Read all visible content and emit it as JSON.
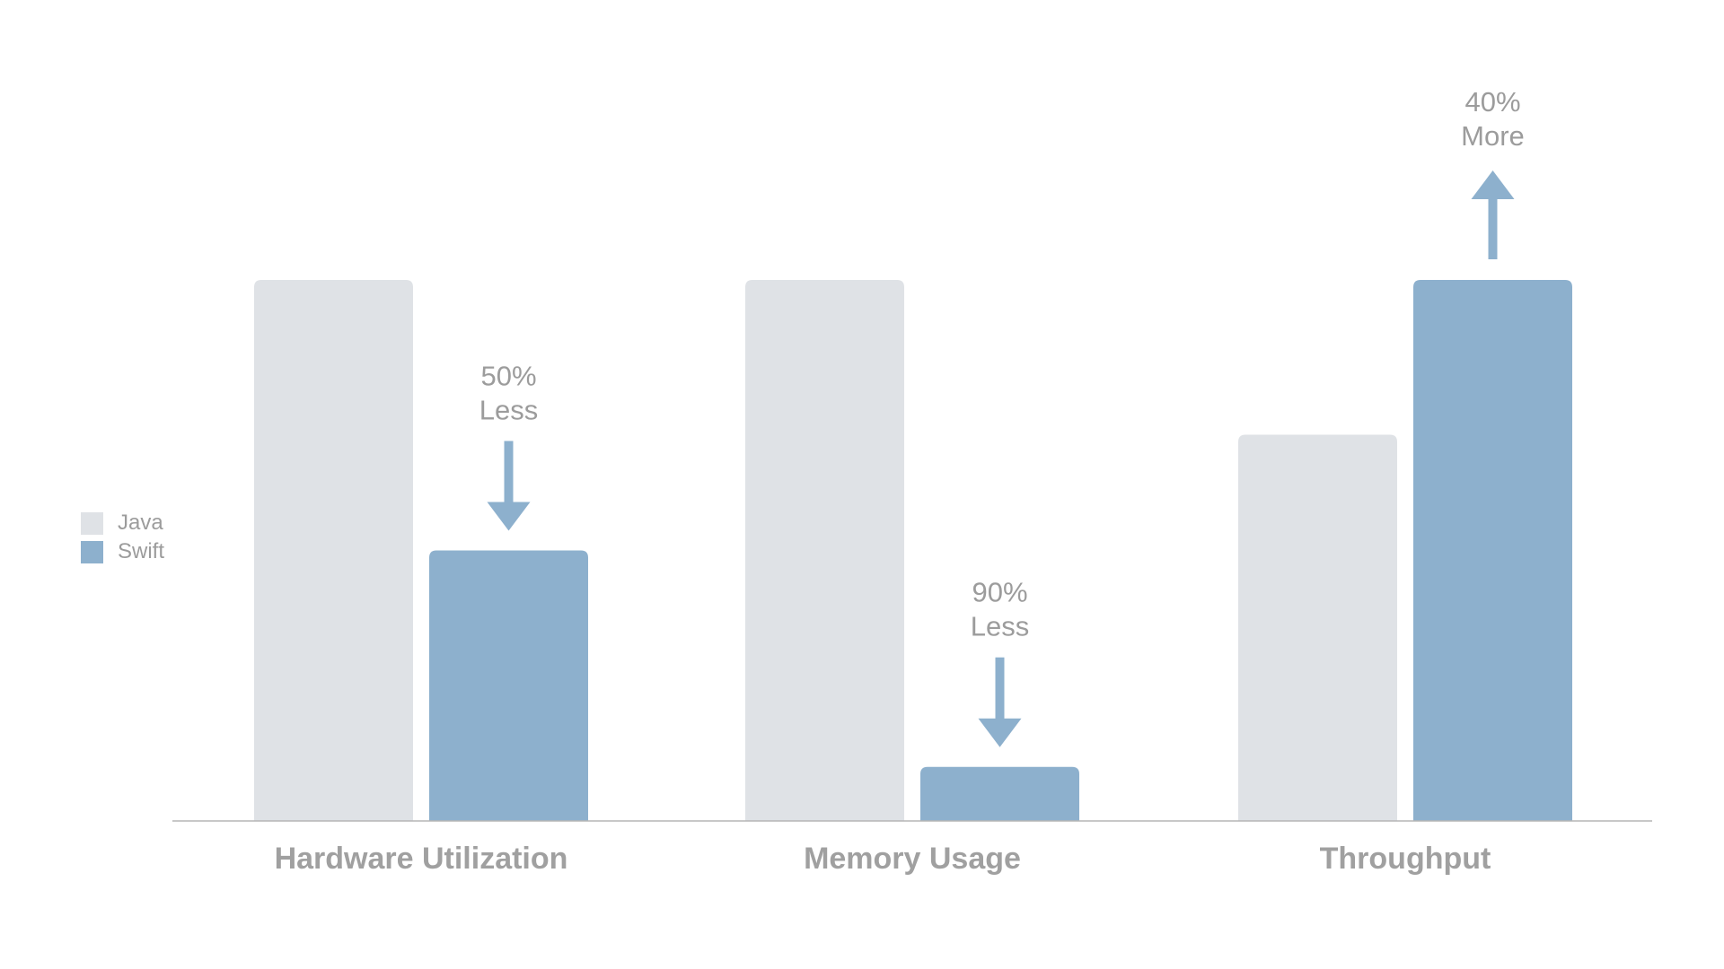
{
  "chart_data": {
    "type": "bar",
    "title": "",
    "xlabel": "",
    "ylabel": "",
    "ylim": [
      0,
      100
    ],
    "grid": false,
    "legend_position": "left",
    "categories": [
      "Hardware Utilization",
      "Memory Usage",
      "Throughput"
    ],
    "series": [
      {
        "name": "Java",
        "color": "#dfe2e6",
        "values": [
          100,
          100,
          71.4
        ]
      },
      {
        "name": "Swift",
        "color": "#8db0cd",
        "values": [
          50,
          10,
          100
        ]
      }
    ],
    "annotations": [
      {
        "category": "Hardware Utilization",
        "line1": "50%",
        "line2": "Less",
        "direction": "down"
      },
      {
        "category": "Memory Usage",
        "line1": "90%",
        "line2": "Less",
        "direction": "down"
      },
      {
        "category": "Throughput",
        "line1": "40%",
        "line2": "More",
        "direction": "up"
      }
    ]
  },
  "colors": {
    "axis": "#b5b5b5",
    "text": "#9c9c9c",
    "arrow": "#8db0cd"
  }
}
